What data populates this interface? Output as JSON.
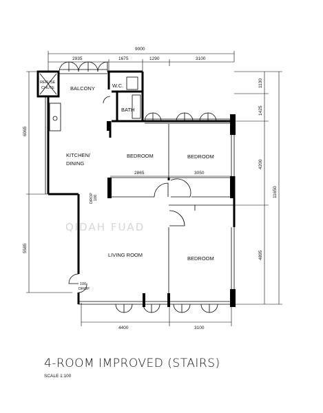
{
  "title": "4-ROOM IMPROVED (STAIRS)",
  "scale": "SCALE  1:100",
  "watermark": "QIDAH FUAD",
  "rooms": {
    "refuse_chute": [
      "REFUSE",
      "CHUTE"
    ],
    "balcony": "BALCONY",
    "wc": "W.C.",
    "bath": "BATH",
    "kitchen": [
      "KITCHEN/",
      "DINING"
    ],
    "bedroom_1": "BEDROOM",
    "bedroom_2": "BEDROOM",
    "bedroom_3": "BEDROOM",
    "living": "LIVING ROOM"
  },
  "drops": {
    "upper": [
      "DROP",
      "100"
    ],
    "lower": [
      "100",
      "DROP"
    ]
  },
  "dimensions": {
    "overall_top": "9000",
    "top_segments": [
      "2935",
      "1675",
      "1290",
      "3100"
    ],
    "bedroom_widths": [
      "2865",
      "3050"
    ],
    "bottom_segments": [
      "4400",
      "3100"
    ],
    "left_upper": "6065",
    "left_lower": "5585",
    "right_segments": [
      "1130",
      "1425",
      "4200",
      "4895"
    ],
    "overall_right": "11650"
  }
}
